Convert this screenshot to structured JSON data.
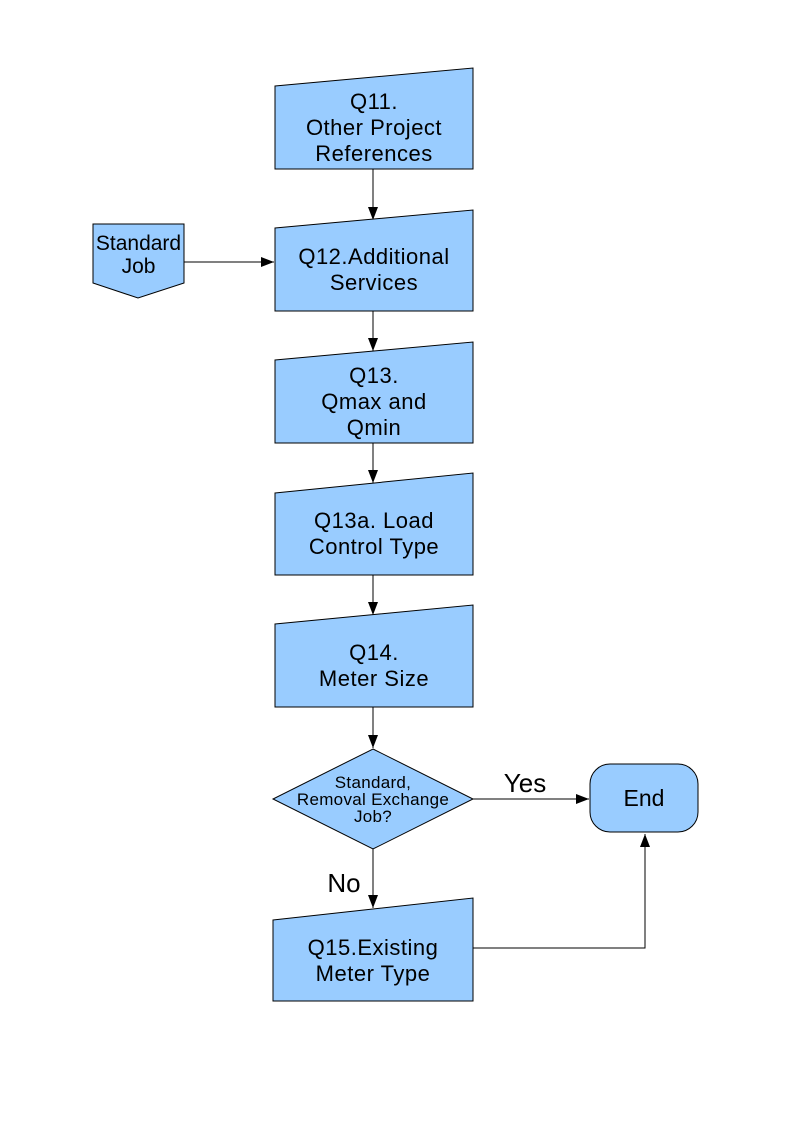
{
  "diagram": {
    "colors": {
      "shape_fill": "#99ccff",
      "shape_stroke": "#000000",
      "connector": "#000000",
      "background": "#ffffff",
      "text": "#000000"
    },
    "nodes": {
      "q11": "Q11.\nOther Project\nReferences",
      "standard_job": "Standard\nJob",
      "q12": "Q12.Additional\nServices",
      "q13": "Q13.\nQmax and\nQmin",
      "q13a": "Q13a. Load\nControl Type",
      "q14": "Q14.\nMeter Size",
      "decision": "Standard,\nRemoval Exchange\nJob?",
      "q15": "Q15.Existing\nMeter Type",
      "end": "End"
    },
    "edges": {
      "yes": "Yes",
      "no": "No"
    }
  }
}
